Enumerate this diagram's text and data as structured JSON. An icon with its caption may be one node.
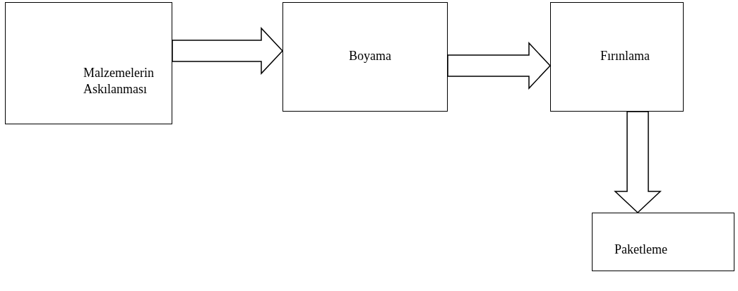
{
  "diagram": {
    "nodes": [
      {
        "text": [
          "Malzemelerin Askılanması"
        ]
      },
      {
        "text": [
          "Boyama"
        ]
      },
      {
        "text": [
          "Fırınlama"
        ]
      },
      {
        "text": [
          "Paketleme"
        ]
      }
    ],
    "edges": [
      {
        "from": 0,
        "to": 1,
        "arrow": "to"
      },
      {
        "from": 1,
        "to": 2,
        "arrow": "to"
      },
      {
        "from": 2,
        "to": 3,
        "arrow": "to"
      }
    ]
  }
}
